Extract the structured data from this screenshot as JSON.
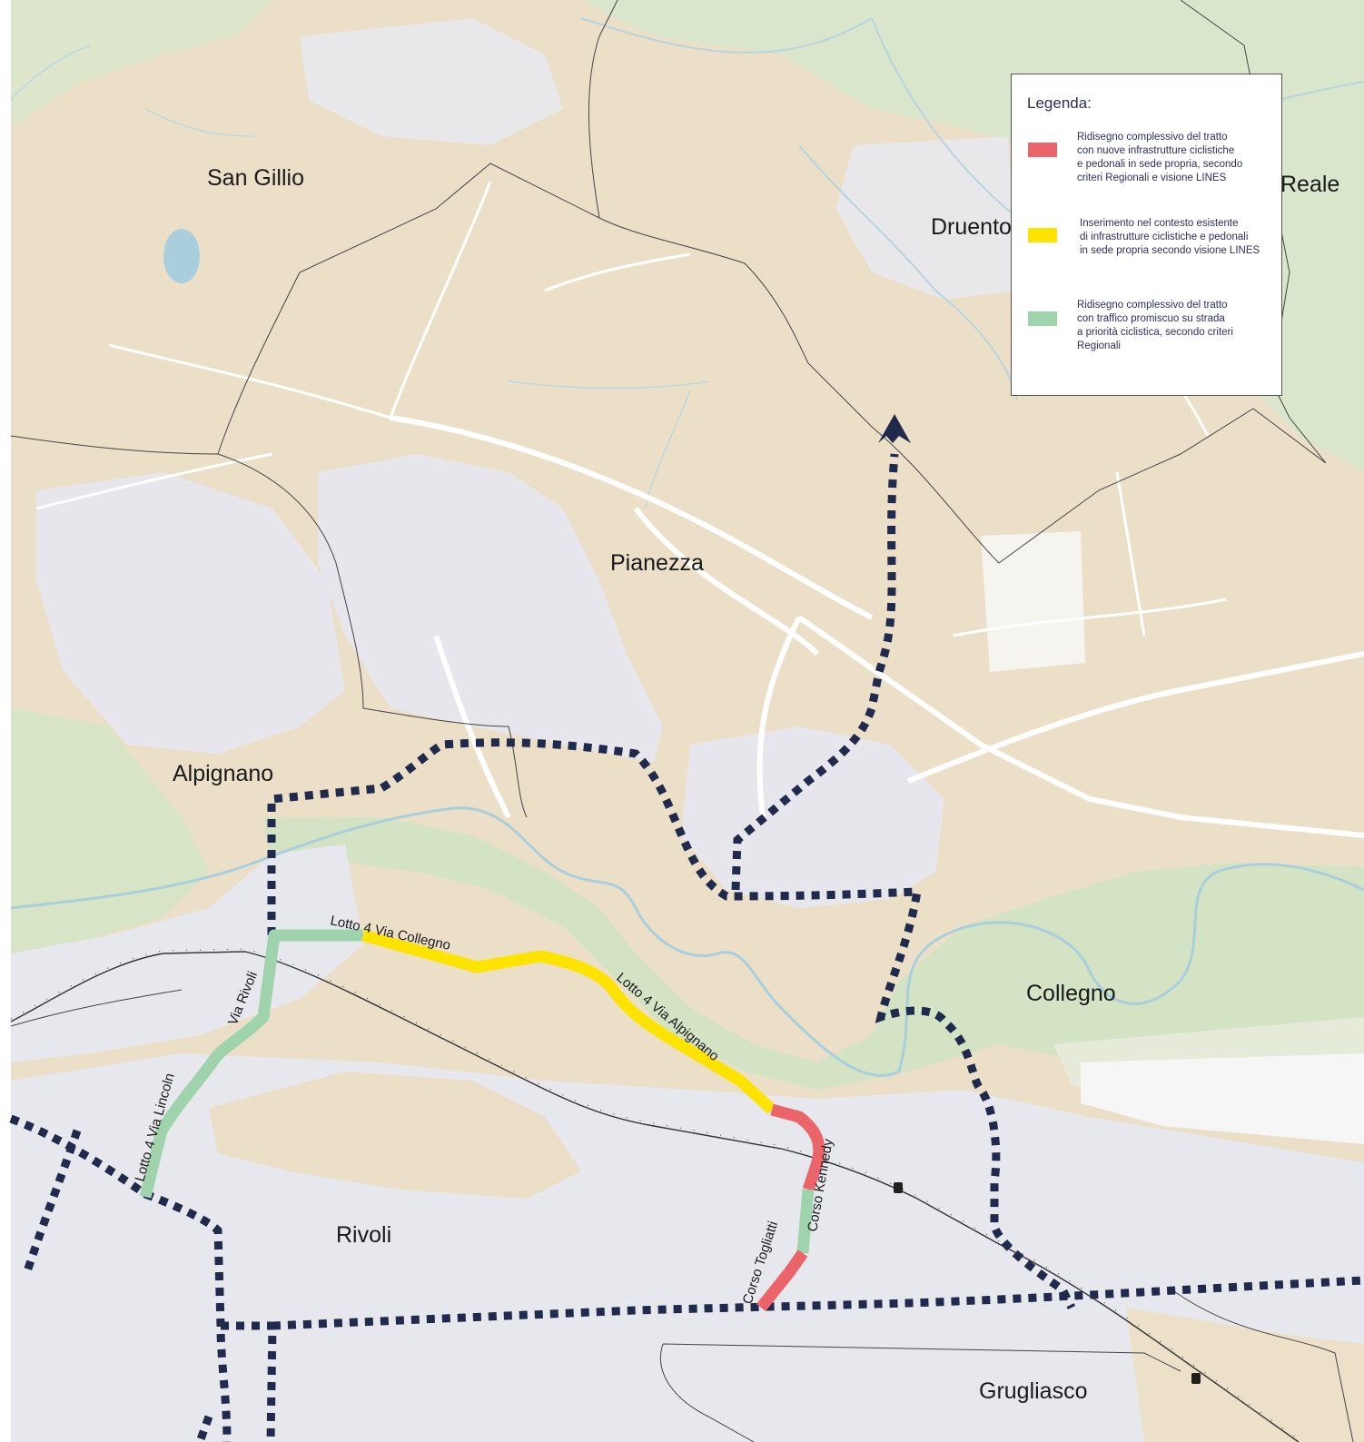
{
  "colors": {
    "red": "#ea6469",
    "yellow": "#fde300",
    "green": "#9fd3ab",
    "dashed_route": "#1f2a4d",
    "land": "#ecdfc8",
    "urban": "#e8e8ef",
    "park": "#d6e3c5",
    "river": "#a9cfdc"
  },
  "towns": {
    "san_gillio": "San Gillio",
    "druento": "Druento",
    "reale": "Reale",
    "pianezza": "Pianezza",
    "alpignano": "Alpignano",
    "collegno": "Collegno",
    "rivoli": "Rivoli",
    "grugliasco": "Grugliasco"
  },
  "road_labels": {
    "via_collegno": "Lotto 4 Via Collegno",
    "via_alpignano": "Lotto 4 Via Alpignano",
    "via_rivoli": "Via Rivoli",
    "via_lincoln": "Lotto 4 Via Lincoln",
    "corso_kennedy": "Corso Kennedy",
    "corso_togliatti": "Corso Togliatti"
  },
  "legend": {
    "title": "Legenda:",
    "items": [
      {
        "color": "#ea6469",
        "text": "Ridisegno complessivo del tratto\ncon nuove infrastrutture ciclistiche\ne pedonali  in sede propria, secondo\ncriteri Regionali e visione LINES"
      },
      {
        "color": "#fde300",
        "text": "Inserimento nel contesto esistente\n di infrastrutture ciclistiche e pedonali\n in sede propria secondo visione LINES"
      },
      {
        "color": "#9fd3ab",
        "text": "Ridisegno complessivo del tratto\ncon traffico promiscuo su strada\na priorità ciclistica, secondo criteri\nRegionali"
      }
    ]
  }
}
